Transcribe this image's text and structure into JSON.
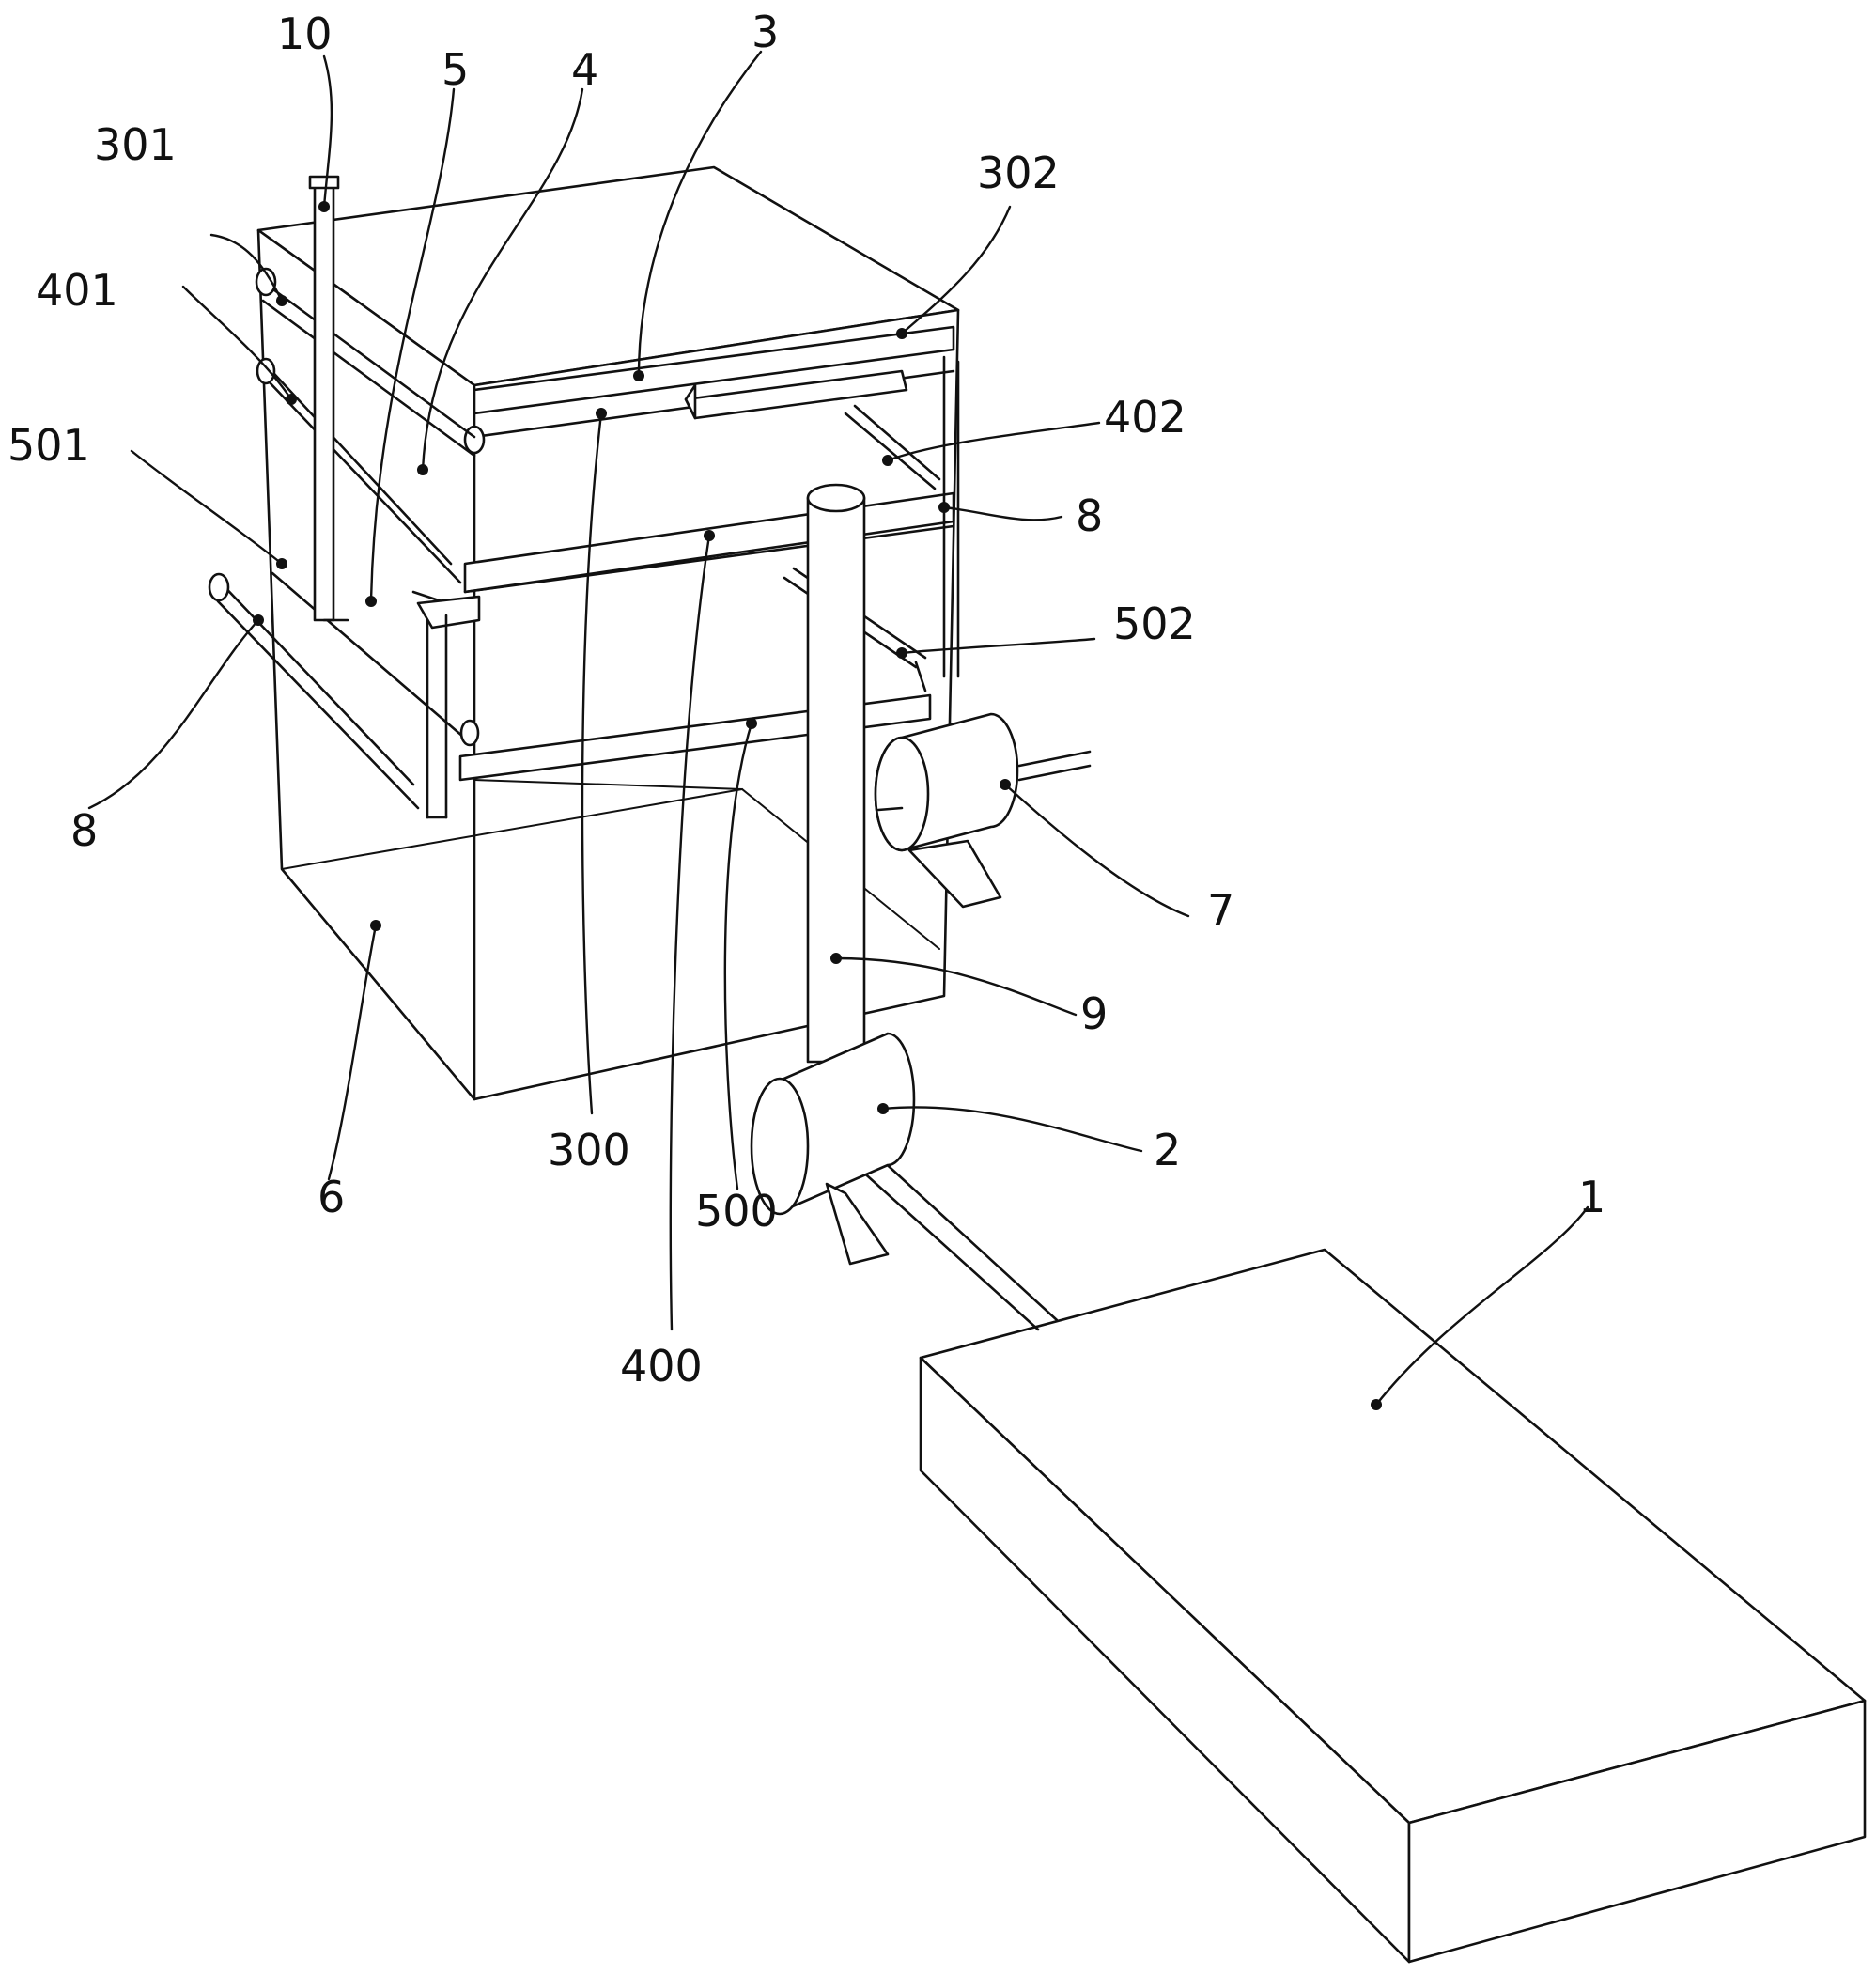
{
  "figure": {
    "labels": {
      "l10": "10",
      "l5": "5",
      "l4": "4",
      "l3": "3",
      "l301": "301",
      "l302": "302",
      "l401": "401",
      "l402": "402",
      "l501": "501",
      "l502": "502",
      "l8a": "8",
      "l8b": "8",
      "l7": "7",
      "l9": "9",
      "l2": "2",
      "l6": "6",
      "l300": "300",
      "l500": "500",
      "l400": "400",
      "l1": "1"
    }
  }
}
